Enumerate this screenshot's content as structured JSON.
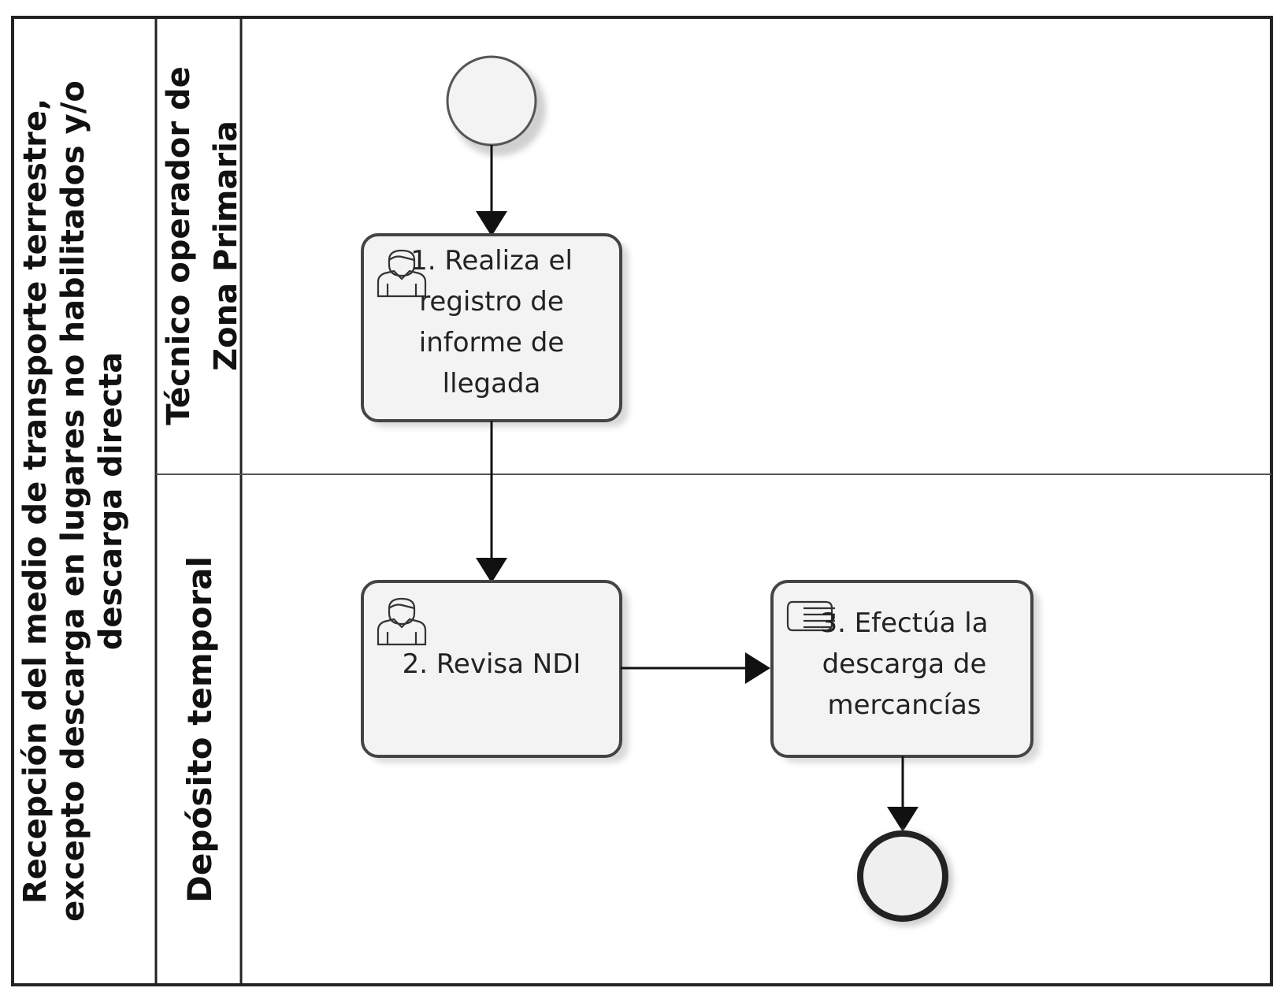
{
  "pool": {
    "title": "Recepción del medio de transporte terrestre, excepto descarga en lugares no habilitados y/o descarga directa",
    "title_lines": [
      "Recepción del medio de transporte terrestre,",
      "excepto descarga en lugares no habilitados y/o",
      "descarga directa"
    ]
  },
  "lanes": [
    {
      "label": "Técnico operador de Zona Primaria",
      "label_lines": [
        "Técnico operador de",
        "Zona Primaria"
      ]
    },
    {
      "label": "Depósito temporal",
      "label_lines": [
        "Depósito temporal"
      ]
    }
  ],
  "tasks": [
    {
      "label": "1. Realiza el registro de informe de llegada",
      "label_lines": [
        "1. Realiza el",
        "registro de",
        "informe de",
        "llegada"
      ],
      "icon": "user-icon"
    },
    {
      "label": "2. Revisa NDI",
      "label_lines": [
        "2. Revisa NDI"
      ],
      "icon": "user-icon"
    },
    {
      "label": "3. Efectúa la descarga de mercancías",
      "label_lines": [
        "3. Efectúa la",
        "descarga de",
        "mercancías"
      ],
      "icon": "manual-task-icon"
    }
  ],
  "events": {
    "start": "start-event",
    "end": "end-event"
  },
  "colors": {
    "line": "#222222",
    "task_fill": "#f3f3f3"
  }
}
